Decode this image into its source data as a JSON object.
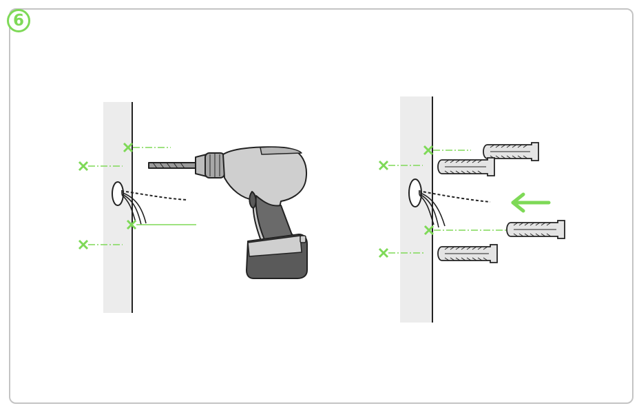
{
  "step": {
    "number": "6"
  },
  "colors": {
    "accent": "#7ed957",
    "frame_border": "#c4c4c4",
    "wall": "#ececec",
    "outline": "#222222",
    "drill_body": "#cfcfcf",
    "drill_grip": "#5a5a5a"
  },
  "panels": [
    {
      "name": "drill-holes",
      "marks": 4,
      "tool": "drill-icon"
    },
    {
      "name": "insert-anchors",
      "marks": 4,
      "anchors": 4,
      "arrow": "insert-arrow-icon"
    }
  ]
}
